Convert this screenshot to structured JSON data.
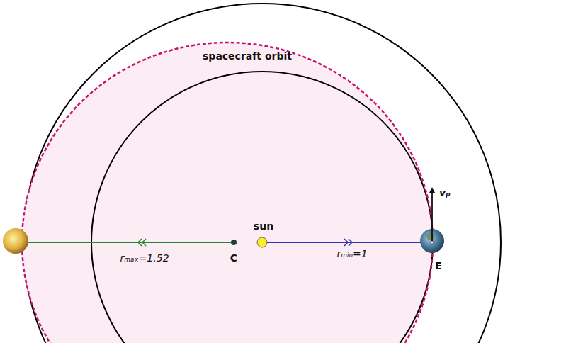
{
  "diagram": {
    "labels": [
      "spacecraft orbit",
      "rₘₐₓ=1.52",
      "C",
      "sun",
      "rₘᵢₙ=1",
      "E",
      "vₚ"
    ]
  }
}
